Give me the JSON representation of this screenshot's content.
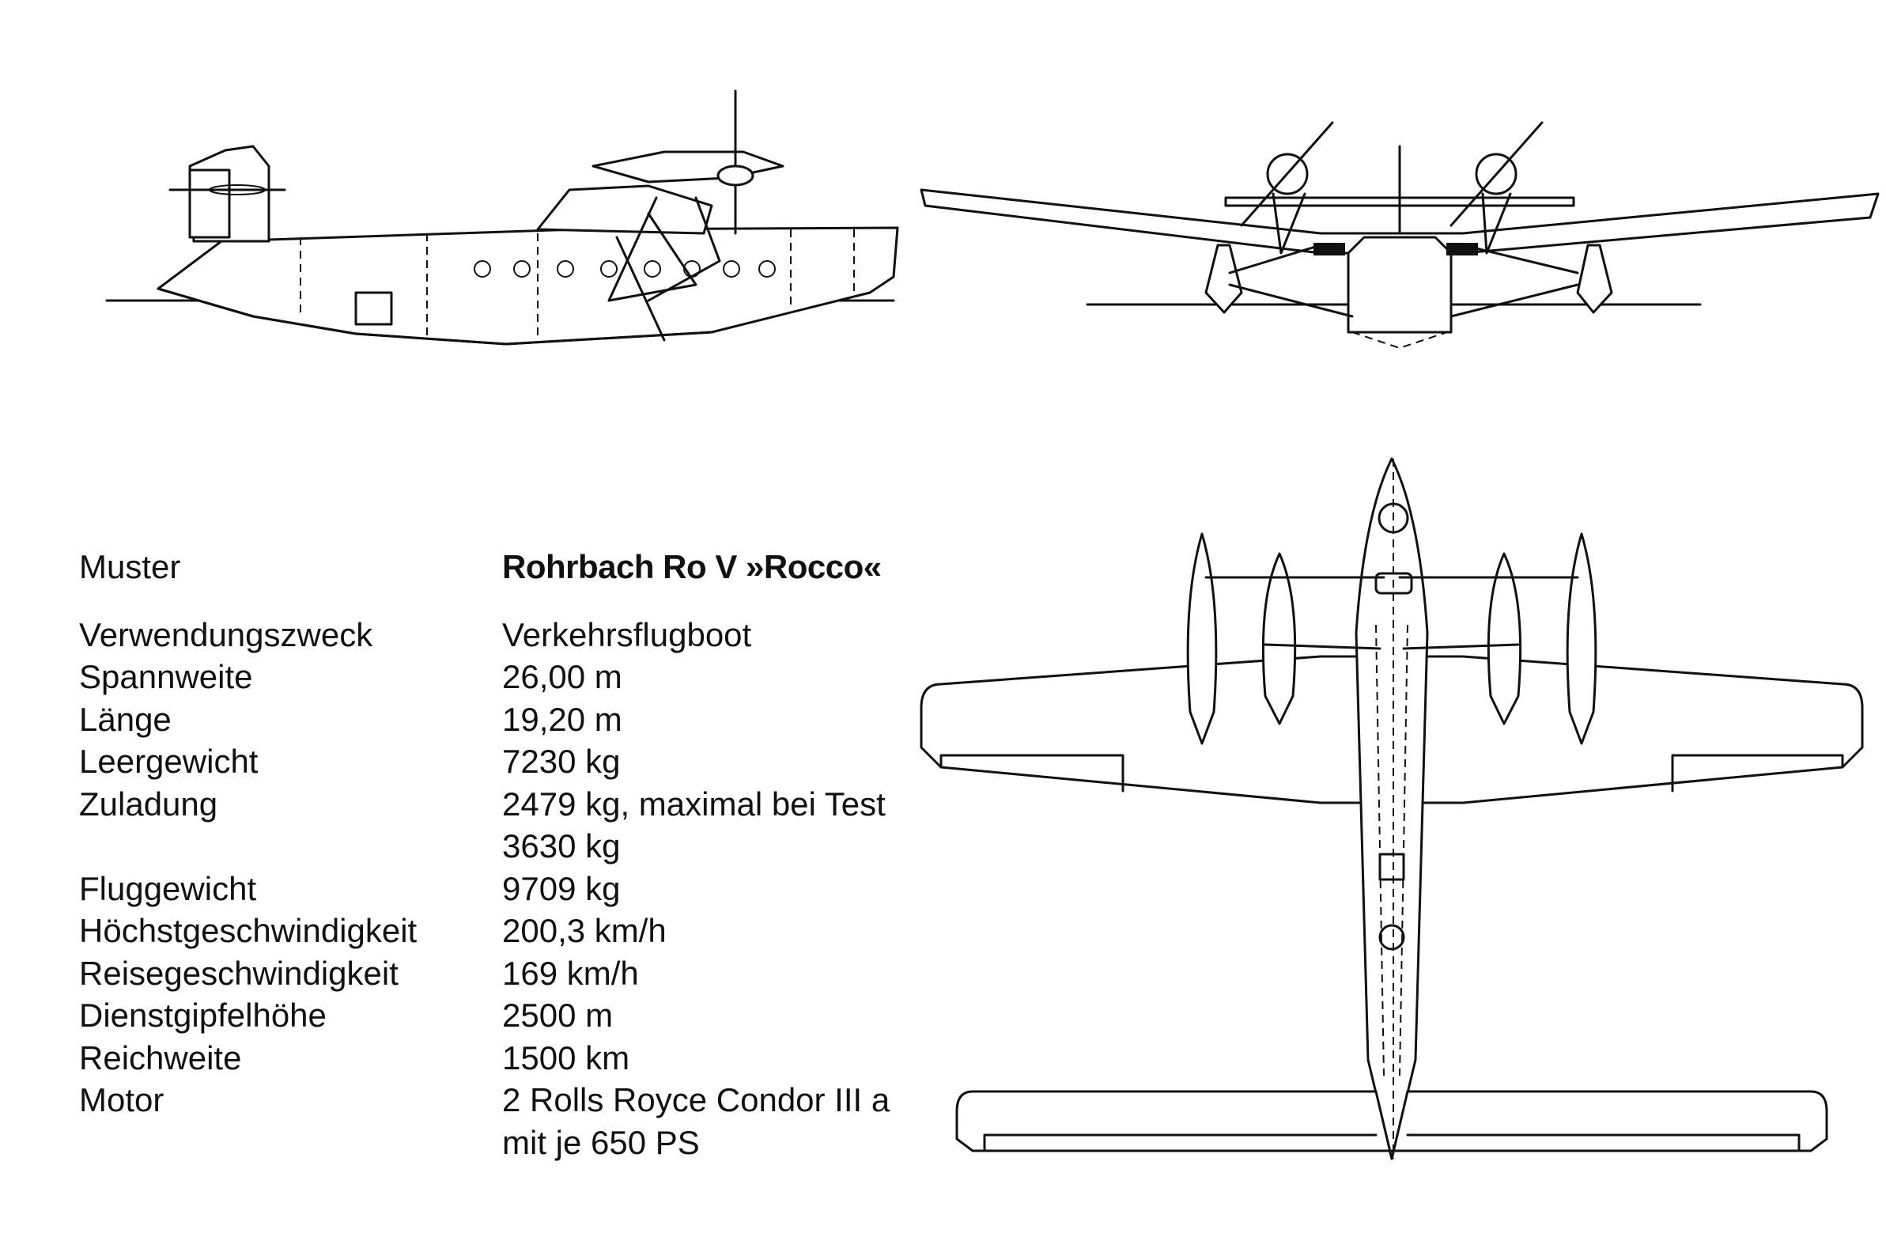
{
  "specs": {
    "title_label": "Muster",
    "title_value": "Rohrbach Ro V »Rocco«",
    "rows": [
      {
        "label": "Verwendungszweck",
        "value": "Verkehrsflugboot"
      },
      {
        "label": "Spannweite",
        "value": "26,00 m"
      },
      {
        "label": "Länge",
        "value": "19,20 m"
      },
      {
        "label": "Leergewicht",
        "value": "7230 kg"
      },
      {
        "label": "Zuladung",
        "value": "2479 kg, maximal bei Test"
      },
      {
        "label": "",
        "value": "3630 kg"
      },
      {
        "label": "Fluggewicht",
        "value": "9709 kg"
      },
      {
        "label": "Höchstgeschwindigkeit",
        "value": "200,3 km/h"
      },
      {
        "label": "Reisegeschwindigkeit",
        "value": "169 km/h"
      },
      {
        "label": "Dienstgipfelhöhe",
        "value": "2500 m"
      },
      {
        "label": "Reichweite",
        "value": "1500 km"
      },
      {
        "label": "Motor",
        "value": "2 Rolls Royce Condor III a"
      },
      {
        "label": "",
        "value": "mit je 650 PS"
      }
    ]
  },
  "drawing": {
    "line_color": "#111111",
    "background": "#ffffff",
    "views": [
      "side-view",
      "front-view",
      "top-view"
    ]
  }
}
